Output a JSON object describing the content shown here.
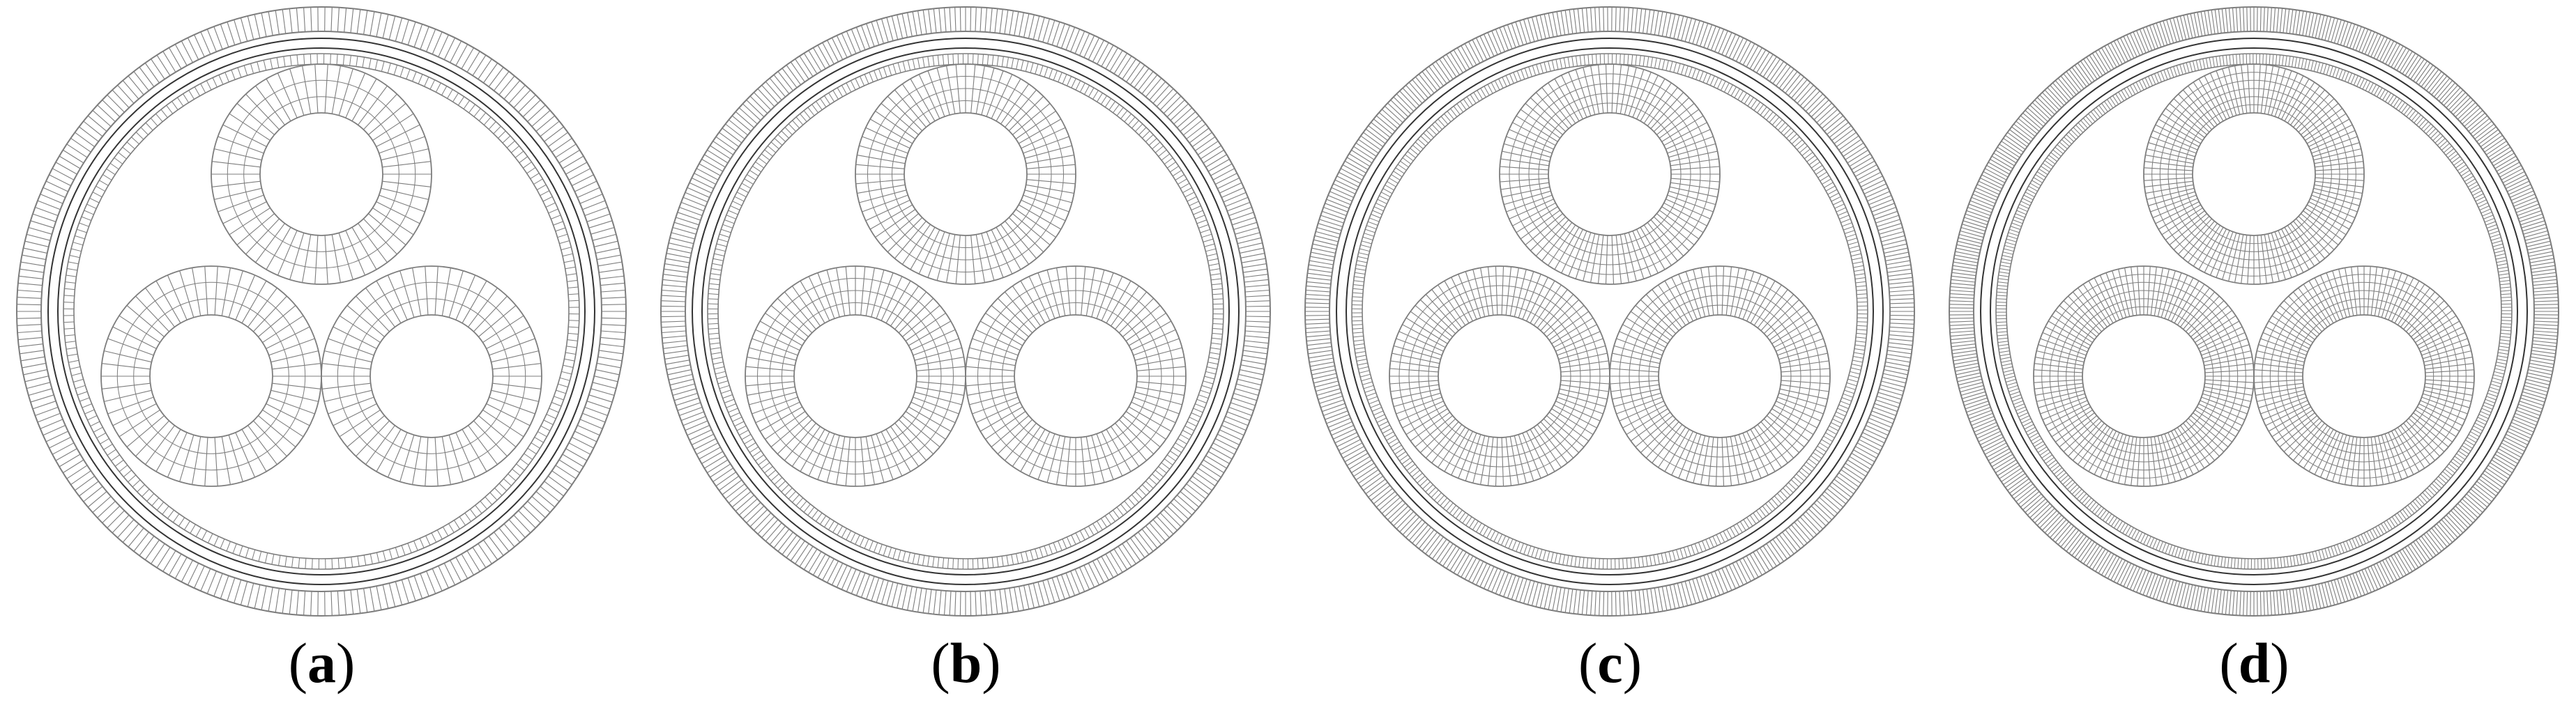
{
  "figure": {
    "panels": [
      {
        "letter": "a",
        "mesh_level": 1
      },
      {
        "letter": "b",
        "mesh_level": 2
      },
      {
        "letter": "c",
        "mesh_level": 3
      },
      {
        "letter": "d",
        "mesh_level": 4
      }
    ]
  },
  "colors": {
    "mesh_line": "#7d7d7d",
    "ring_line": "#333333",
    "background": "#ffffff"
  }
}
